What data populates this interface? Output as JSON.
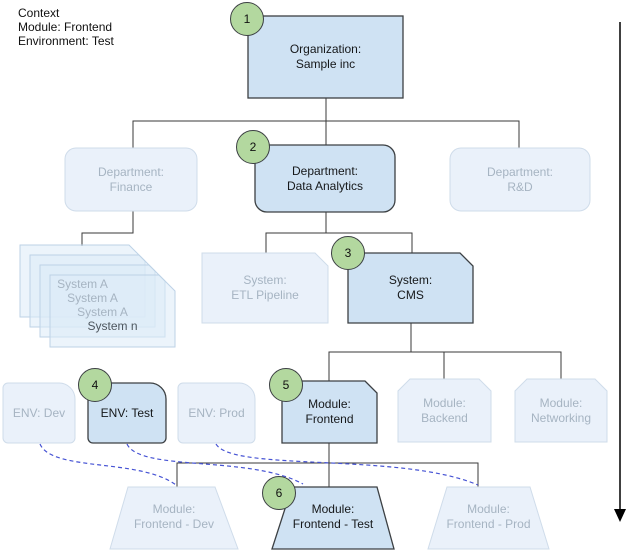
{
  "context": {
    "lines": [
      "Context",
      "Module: Frontend",
      "Environment: Test"
    ]
  },
  "badges": [
    "1",
    "2",
    "3",
    "4",
    "5",
    "6"
  ],
  "nodes": {
    "org": {
      "line1": "Organization:",
      "line2": "Sample inc"
    },
    "finance": {
      "line1": "Department:",
      "line2": "Finance"
    },
    "analytics": {
      "line1": "Department:",
      "line2": "Data Analytics"
    },
    "rnd": {
      "line1": "Department:",
      "line2": "R&D"
    },
    "stack": {
      "cards": [
        "System A",
        "System A",
        "System A",
        "System n"
      ]
    },
    "etl": {
      "line1": "System:",
      "line2": "ETL Pipeline"
    },
    "cms": {
      "line1": "System:",
      "line2": "CMS"
    },
    "env_dev": {
      "line1": "ENV: Dev"
    },
    "env_test": {
      "line1": "ENV: Test"
    },
    "env_prod": {
      "line1": "ENV: Prod"
    },
    "mod_frontend": {
      "line1": "Module:",
      "line2": "Frontend"
    },
    "mod_backend": {
      "line1": "Module:",
      "line2": "Backend"
    },
    "mod_networking": {
      "line1": "Module:",
      "line2": "Networking"
    },
    "dep_dev": {
      "line1": "Module:",
      "line2": "Frontend - Dev"
    },
    "dep_test": {
      "line1": "Module:",
      "line2": "Frontend - Test"
    },
    "dep_prod": {
      "line1": "Module:",
      "line2": "Frontend - Prod"
    }
  },
  "colors": {
    "highlight_fill": "#cfe2f3",
    "highlight_stroke": "#3c4043",
    "faded_fill": "#eaf1fa",
    "faded_stroke": "#cfdcea",
    "faded_text": "#a6b4c2",
    "stack_fill": "#dcebf8",
    "stack_stroke": "#bdd2e6",
    "stack_text_last": "#4d565e",
    "badge_fill": "#b3d89f",
    "badge_stroke": "#3c4043",
    "dashed_line": "#4653d4",
    "connector": "#3a3a3a",
    "text_dark": "#16181a"
  }
}
